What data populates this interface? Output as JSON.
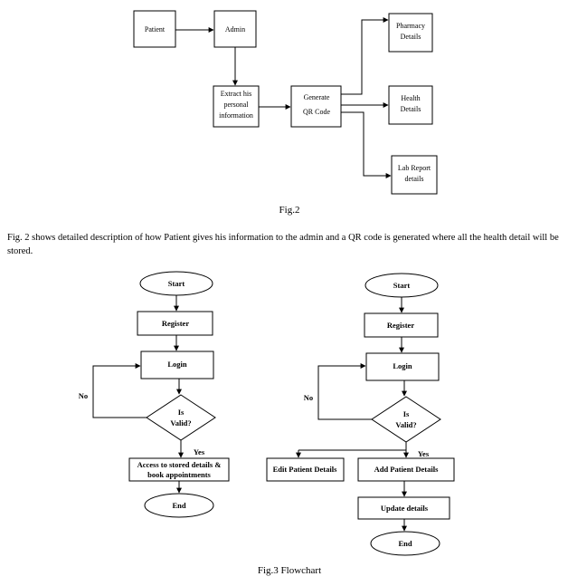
{
  "fig2": {
    "patient": "Patient",
    "admin": "Admin",
    "extract": [
      "Extract his",
      "personal",
      "information"
    ],
    "generate": [
      "Generate",
      "QR Code"
    ],
    "pharmacy": [
      "Pharmacy",
      "Details"
    ],
    "health": [
      "Health",
      "Details"
    ],
    "lab": [
      "Lab Report",
      "details"
    ],
    "caption": "Fig.2"
  },
  "paragraph": "Fig. 2 shows detailed description of how Patient gives his information to the admin and a QR code is generated where all the health detail will be stored.",
  "fig3": {
    "left": {
      "start": "Start",
      "register": "Register",
      "login": "Login",
      "valid": [
        "Is",
        "Valid?"
      ],
      "no": "No",
      "yes": "Yes",
      "access": [
        "Access to stored details &",
        "book appointments"
      ],
      "end": "End"
    },
    "right": {
      "start": "Start",
      "register": "Register",
      "login": "Login",
      "valid": [
        "Is",
        "Valid?"
      ],
      "no": "No",
      "yes": "Yes",
      "edit": "Edit Patient Details",
      "add": "Add Patient Details",
      "update": "Update details",
      "end": "End"
    },
    "caption": "Fig.3 Flowchart"
  }
}
